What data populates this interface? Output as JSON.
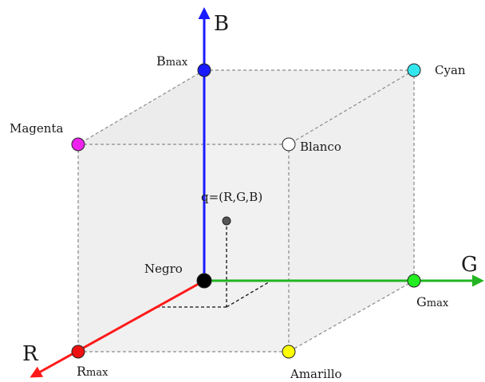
{
  "axes": {
    "r": {
      "label": "R",
      "color": "#ff1a1a"
    },
    "g": {
      "label": "G",
      "color": "#22b422"
    },
    "b": {
      "label": "B",
      "color": "#1a1aff"
    }
  },
  "vertices": {
    "negro": {
      "label": "Negro",
      "color": "#000000"
    },
    "blanco": {
      "label": "Blanco",
      "color": "#ffffff"
    },
    "cyan": {
      "label": "Cyan",
      "color": "#33e6ee"
    },
    "magenta": {
      "label": "Magenta",
      "color": "#ee22ee"
    },
    "amarillo": {
      "label": "Amarillo",
      "color": "#ffff00"
    },
    "bmax": {
      "label_main": "B",
      "label_sub": "max",
      "color": "#1a1aff"
    },
    "gmax": {
      "label_main": "G",
      "label_sub": "max",
      "color": "#22ee22"
    },
    "rmax": {
      "label_main": "R",
      "label_sub": "max",
      "color": "#ee1111"
    }
  },
  "point_q": {
    "label": "q=(R,G,B)",
    "color": "#555555"
  },
  "colors": {
    "cube_face": "#efefef",
    "edge_dashed": "#8a8a8a",
    "guide_dashed": "#111111"
  }
}
